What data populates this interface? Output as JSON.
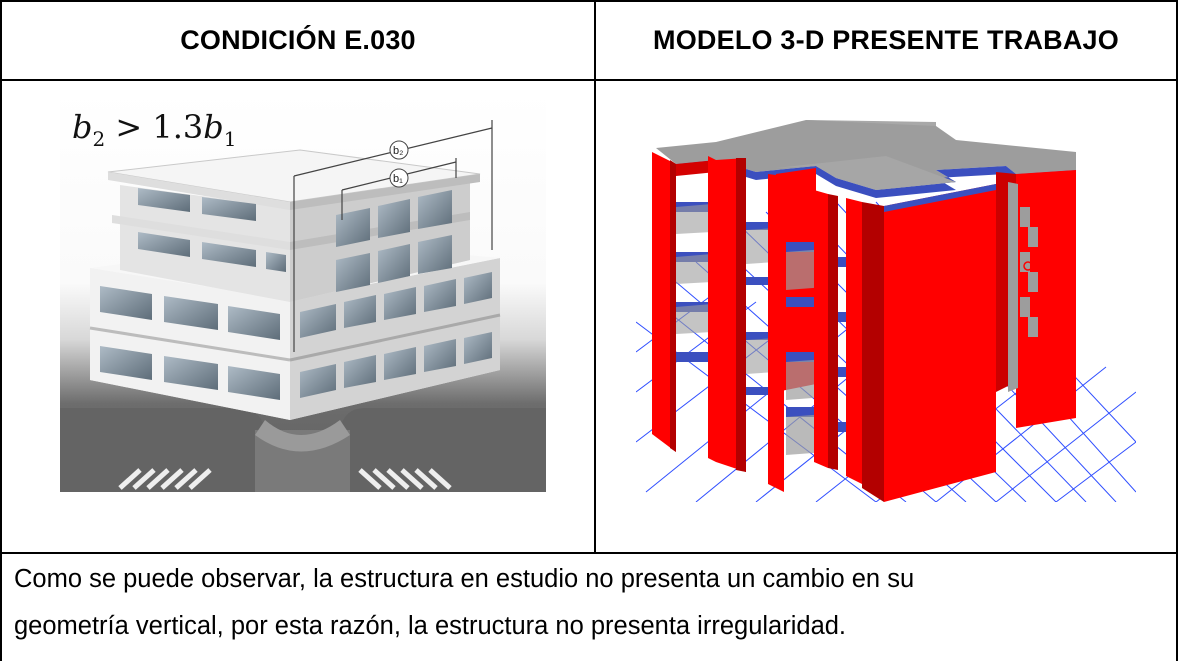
{
  "table": {
    "header_left": "CONDICIÓN E.030",
    "header_right": "MODELO 3-D PRESENTE TRABAJO"
  },
  "figure_left": {
    "formula_b": "b",
    "formula_sub2": "2",
    "formula_rest": " > 1.3",
    "formula_b1": "b",
    "formula_sub1": "1",
    "dim_b2": "b₂",
    "dim_b1": "b₁"
  },
  "caption": {
    "line1": "Como se puede observar, la estructura en estudio no presenta un cambio en su",
    "line2": "geometría vertical, por esta razón, la estructura no presenta irregularidad."
  },
  "colors": {
    "model_red": "#ff0000",
    "grid_blue": "#1a3cff",
    "slab_grey": "#a0a0a0"
  }
}
